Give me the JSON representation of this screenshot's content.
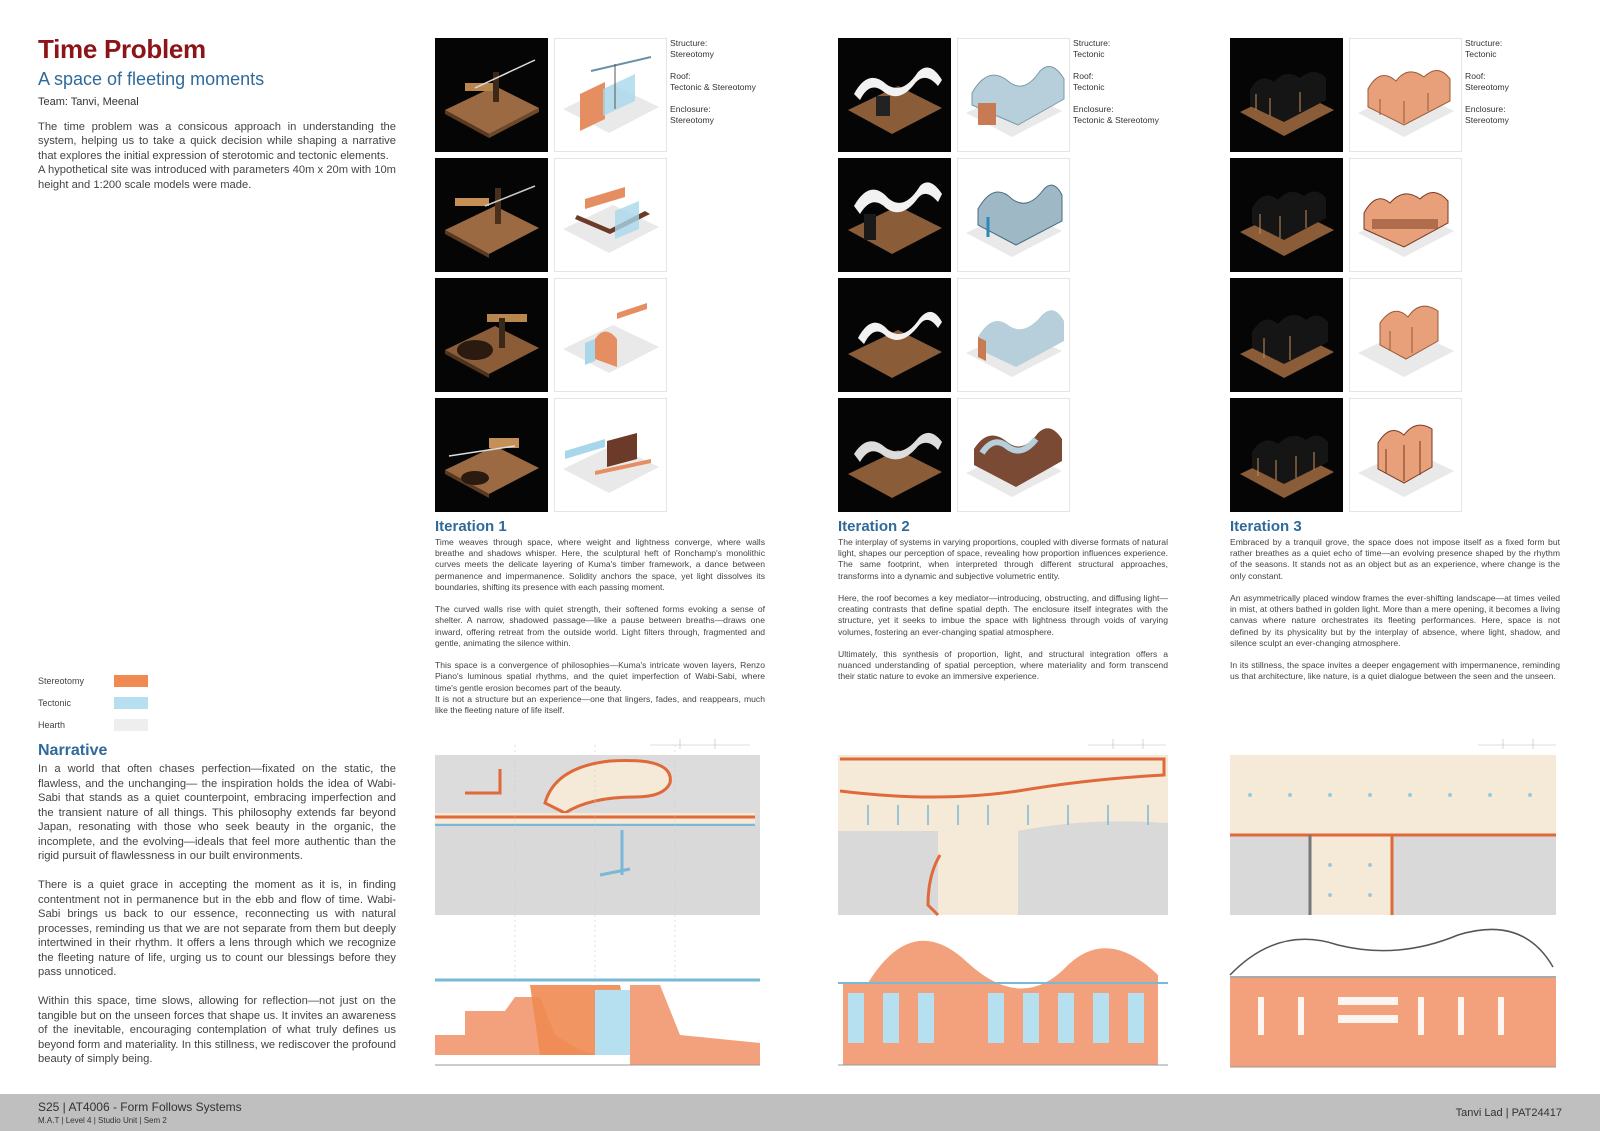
{
  "header": {
    "title": "Time Problem",
    "subtitle": "A space of fleeting moments",
    "team": "Team: Tanvi, Meenal"
  },
  "intro": {
    "p1": "The time problem was a consicous approach in understanding the system, helping us to take a quick decision while shaping a narrative that explores the initial expression of sterotomic and tectonic elements.",
    "p2": "A hypothetical site was introduced with parameters 40m x 20m with 10m height and 1:200 scale models were made."
  },
  "legend": {
    "items": [
      {
        "label": "Stereotomy",
        "color": "#f08a52"
      },
      {
        "label": "Tectonic",
        "color": "#b6e0f0"
      },
      {
        "label": "Hearth",
        "color": "#eeeeee"
      }
    ]
  },
  "narrative": {
    "heading": "Narrative",
    "p1": "In a world that often chases perfection—fixated on the static, the flawless, and the unchanging— the inspiration holds the idea of Wabi-Sabi that stands as a quiet counterpoint, embracing imperfection and the transient nature of all things. This philosophy extends far beyond Japan, resonating with those who seek beauty in the organic, the incomplete, and the evolving—ideals that feel more authentic than the rigid pursuit of flawlessness in our built environments.",
    "p2": "There is a quiet grace in accepting the moment as it is, in finding contentment not in permanence but in the ebb and flow of time. Wabi-Sabi brings us back to our essence, reconnecting us with natural processes, reminding us that we are not separate from them but deeply intertwined in their rhythm. It offers a lens through which we recognize the fleeting nature of life, urging us to count our blessings before they pass unnoticed.",
    "p3": "Within this space, time slows, allowing for reflection—not just on the tangible but on the unseen forces that shape us. It invites an awareness of the inevitable, encouraging contemplation of what truly defines us beyond form and materiality. In this stillness, we rediscover the profound beauty of simply being."
  },
  "iterations": [
    {
      "title": "Iteration 1",
      "specs": {
        "structure_label": "Structure:",
        "structure": "Stereotomy",
        "roof_label": "Roof:",
        "roof": "Tectonic & Stereotomy",
        "enclosure_label": "Enclosure:",
        "enclosure": "Stereotomy"
      },
      "p1": "Time weaves through space, where weight and lightness converge, where walls breathe and shadows whisper. Here, the sculptural heft of Ronchamp's monolithic curves meets the delicate layering of Kuma's timber framework, a dance between permanence and impermanence. Solidity anchors the space, yet light dissolves its boundaries, shifting its presence with each passing moment.",
      "p2": "The curved walls rise with quiet strength, their softened forms evoking a sense of shelter. A narrow, shadowed passage—like a pause between breaths—draws one inward, offering retreat from the outside world. Light filters through, fragmented and gentle, animating the silence within.",
      "p3": "This space is a convergence of philosophies—Kuma's intricate woven layers, Renzo Piano's luminous spatial rhythms, and the quiet imperfection of Wabi-Sabi, where time's gentle erosion becomes part of the beauty.",
      "p4": "It is not a structure but an experience—one that lingers, fades, and reappears, much like the fleeting nature of life itself."
    },
    {
      "title": "Iteration 2",
      "specs": {
        "structure_label": "Structure:",
        "structure": "Tectonic",
        "roof_label": "Roof:",
        "roof": "Tectonic",
        "enclosure_label": "Enclosure:",
        "enclosure": "Tectonic & Stereotomy"
      },
      "p1": "The interplay of systems in varying proportions, coupled with diverse formats of natural light, shapes our perception of space, revealing how proportion influences experience. The same footprint, when interpreted through different structural approaches, transforms into a dynamic and subjective volumetric entity.",
      "p2": "Here, the roof becomes a key mediator—introducing, obstructing, and diffusing light—creating contrasts that define spatial depth. The enclosure itself integrates with the structure, yet it seeks to imbue the space with lightness through voids of varying volumes, fostering an ever-changing spatial atmosphere.",
      "p3": "Ultimately, this synthesis of proportion, light, and structural integration offers a nuanced understanding of spatial perception, where materiality and form transcend their static nature to evoke an immersive experience."
    },
    {
      "title": "Iteration 3",
      "specs": {
        "structure_label": "Structure:",
        "structure": "Tectonic",
        "roof_label": "Roof:",
        "roof": "Stereotomy",
        "enclosure_label": "Enclosure:",
        "enclosure": "Stereotomy"
      },
      "p1": "Embraced by a tranquil grove, the space does not impose itself as a fixed form but rather breathes as a quiet echo of time—an evolving presence shaped by the rhythm of the seasons. It stands not as an object but as an experience, where change is the only constant.",
      "p2": "An asymmetrically placed window frames the ever-shifting landscape—at times veiled in mist, at others bathed in golden light. More than a mere opening, it becomes a living canvas where nature orchestrates its fleeting performances. Here, space is not defined by its physicality but by the interplay of absence, where light, shadow, and silence sculpt an ever-changing atmosphere.",
      "p3": "In its stillness, the space invites a deeper engagement with impermanence, reminding us that architecture, like nature, is a quiet dialogue between the seen and the unseen."
    }
  ],
  "footer": {
    "course": "S25 | AT4006 - Form Follows Systems",
    "meta": "M.A.T | Level 4 | Studio Unit | Sem 2",
    "author": "Tanvi Lad | PAT24417"
  },
  "colors": {
    "title": "#8b1518",
    "accent_blue": "#2f6a9b",
    "stereotomy": "#f08a52",
    "tectonic": "#b6e0f0",
    "hearth": "#eeeeee",
    "footer_bg": "#bfbfbf"
  }
}
